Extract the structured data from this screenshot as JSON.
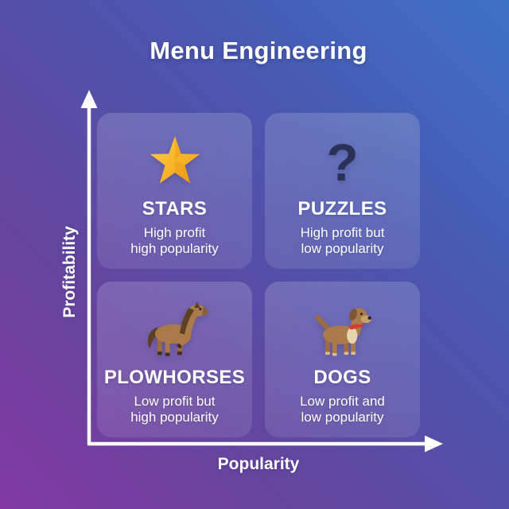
{
  "title": "Menu Engineering",
  "axes": {
    "y_label": "Profitability",
    "x_label": "Popularity"
  },
  "quadrants": [
    {
      "name": "stars",
      "icon": "star-icon",
      "title": "STARS",
      "subtitle_line1": "High profit",
      "subtitle_line2": "high popularity"
    },
    {
      "name": "puzzles",
      "icon": "question-mark-icon",
      "glyph": "?",
      "title": "PUZZLES",
      "subtitle_line1": "High profit but",
      "subtitle_line2": "low popularity"
    },
    {
      "name": "plowhorses",
      "icon": "horse-icon",
      "title": "PLOWHORSES",
      "subtitle_line1": "Low profit but",
      "subtitle_line2": "high popularity"
    },
    {
      "name": "dogs",
      "icon": "dog-icon",
      "title": "DOGS",
      "subtitle_line1": "Low profit and",
      "subtitle_line2": "low popularity"
    }
  ],
  "colors": {
    "background_gradient_start": "#8339a4",
    "background_gradient_end": "#3d72c5",
    "card_background": "rgba(255,255,255,0.13)",
    "text": "#ffffff",
    "axis": "#ffffff",
    "question_mark": "#2c3158",
    "star_gold_light": "#fdd044",
    "star_gold_dark": "#ee9c13",
    "animal_brown": "#ab7a4b",
    "collar_red": "#d63b2f"
  }
}
